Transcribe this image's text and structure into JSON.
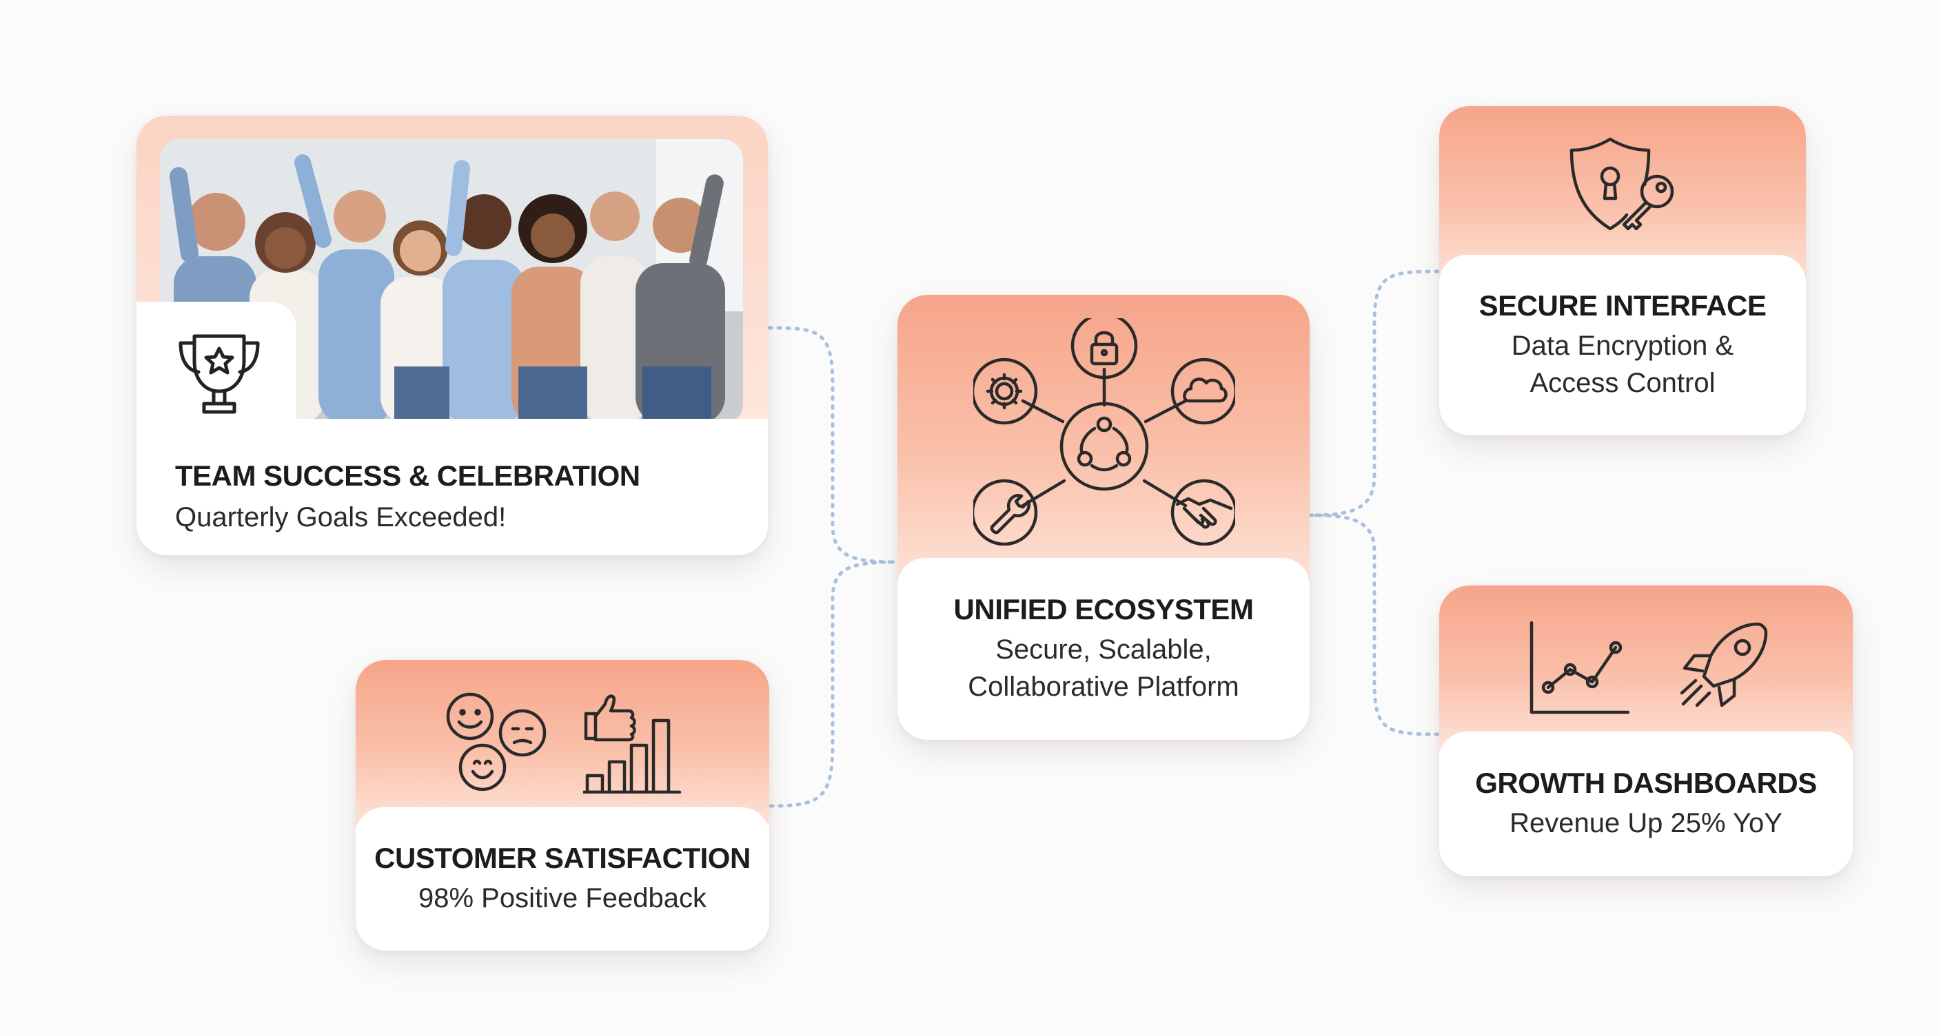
{
  "cards": {
    "team": {
      "title": "TEAM SUCCESS & CELEBRATION",
      "subtitle": "Quarterly Goals Exceeded!"
    },
    "unified": {
      "title": "UNIFIED ECOSYSTEM",
      "line1": "Secure, Scalable,",
      "line2": "Collaborative Platform"
    },
    "secure": {
      "title": "SECURE INTERFACE",
      "line1": "Data Encryption &",
      "line2": "Access Control"
    },
    "growth": {
      "title": "GROWTH DASHBOARDS",
      "subtitle": "Revenue Up 25% YoY"
    },
    "customer": {
      "title": "CUSTOMER SATISFACTION",
      "subtitle": "98% Positive Feedback"
    }
  },
  "icons": {
    "team": [
      "trophy-star-icon"
    ],
    "unified": [
      "network-hub-icon",
      "padlock-icon",
      "gear-icon",
      "cloud-icon",
      "wrench-icon",
      "handshake-icon"
    ],
    "secure": [
      "shield-lock-icon",
      "key-icon"
    ],
    "growth": [
      "line-chart-icon",
      "rocket-icon"
    ],
    "customer": [
      "happy-face-icon",
      "neutral-face-icon",
      "smile-face-icon",
      "thumbs-up-icon",
      "bar-chart-icon"
    ]
  },
  "colors": {
    "accent_peach": "#f6a58a",
    "accent_light": "#fde3d8",
    "connector": "#a9c0de",
    "text": "#1c1c1c"
  }
}
